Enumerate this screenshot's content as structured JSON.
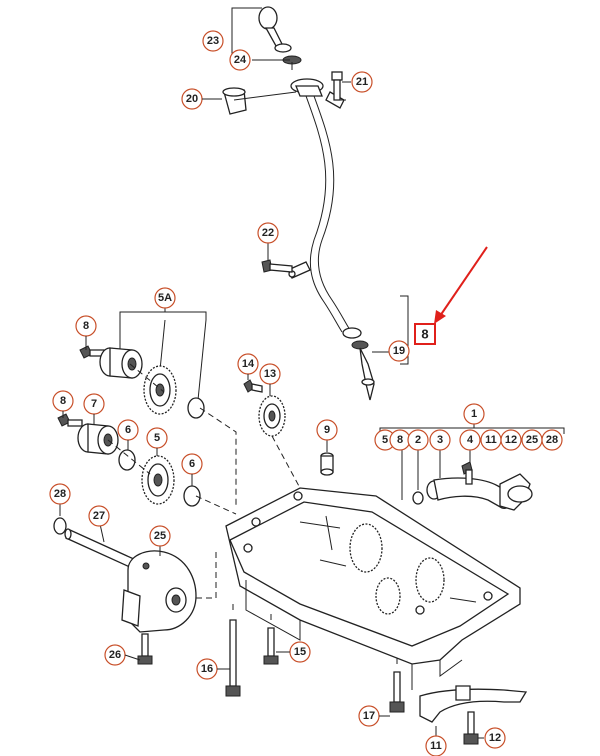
{
  "callouts": [
    {
      "id": "c23",
      "text": "23"
    },
    {
      "id": "c24",
      "text": "24"
    },
    {
      "id": "c21",
      "text": "21"
    },
    {
      "id": "c20",
      "text": "20"
    },
    {
      "id": "c22",
      "text": "22"
    },
    {
      "id": "c19",
      "text": "19"
    },
    {
      "id": "c5A",
      "text": "5A"
    },
    {
      "id": "c8a",
      "text": "8"
    },
    {
      "id": "c14",
      "text": "14"
    },
    {
      "id": "c13",
      "text": "13"
    },
    {
      "id": "c8b",
      "text": "8"
    },
    {
      "id": "c7",
      "text": "7"
    },
    {
      "id": "c6a",
      "text": "6"
    },
    {
      "id": "c5",
      "text": "5"
    },
    {
      "id": "c6b",
      "text": "6"
    },
    {
      "id": "c9",
      "text": "9"
    },
    {
      "id": "c1",
      "text": "1"
    },
    {
      "id": "c5b",
      "text": "5"
    },
    {
      "id": "c8c",
      "text": "8"
    },
    {
      "id": "c2",
      "text": "2"
    },
    {
      "id": "c3",
      "text": "3"
    },
    {
      "id": "c4",
      "text": "4"
    },
    {
      "id": "c11a",
      "text": "11"
    },
    {
      "id": "c12a",
      "text": "12"
    },
    {
      "id": "c25a",
      "text": "25"
    },
    {
      "id": "c28a",
      "text": "28"
    },
    {
      "id": "c28",
      "text": "28"
    },
    {
      "id": "c27",
      "text": "27"
    },
    {
      "id": "c25",
      "text": "25"
    },
    {
      "id": "c26",
      "text": "26"
    },
    {
      "id": "c16",
      "text": "16"
    },
    {
      "id": "c15",
      "text": "15"
    },
    {
      "id": "c17",
      "text": "17"
    },
    {
      "id": "c11",
      "text": "11"
    },
    {
      "id": "c12",
      "text": "12"
    }
  ],
  "highlight": {
    "text": "8",
    "color": "#e0201b"
  },
  "colors": {
    "callout_ring": "#c8502a",
    "line": "#222222",
    "arrow": "#e0201b"
  }
}
